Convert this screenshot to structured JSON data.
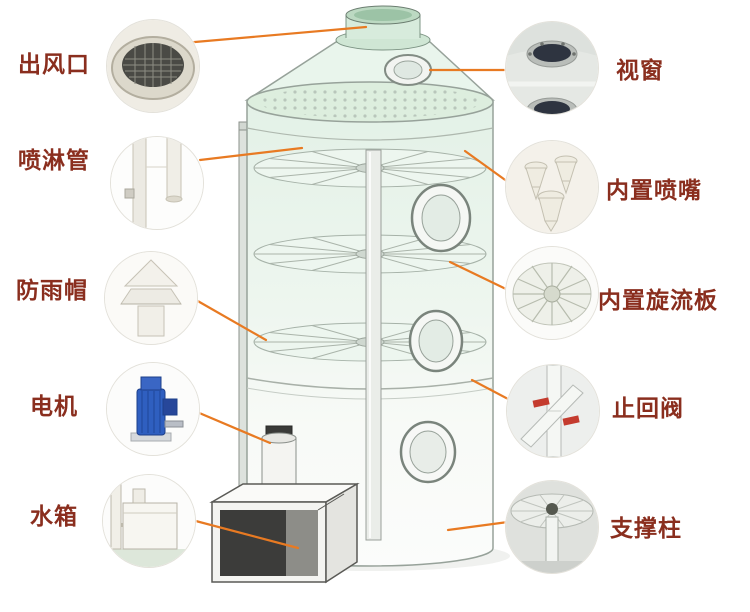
{
  "diagram": {
    "subject": "spray-scrubber-tower",
    "colors": {
      "label_text": "#8a2e1e",
      "connector_line": "#e87a22",
      "tower_tint": "#e6f3e9"
    },
    "left_items": [
      {
        "label": "出风口",
        "icon": "air-outlet-photo"
      },
      {
        "label": "喷淋管",
        "icon": "spray-pipe-photo"
      },
      {
        "label": "防雨帽",
        "icon": "rain-cap-photo"
      },
      {
        "label": "电机",
        "icon": "motor-photo"
      },
      {
        "label": "水箱",
        "icon": "water-tank-photo"
      }
    ],
    "right_items": [
      {
        "label": "视窗",
        "icon": "view-window-photo"
      },
      {
        "label": "内置喷嘴",
        "icon": "nozzle-photo"
      },
      {
        "label": "内置旋流板",
        "icon": "swirl-plate-photo"
      },
      {
        "label": "止回阀",
        "icon": "check-valve-photo"
      },
      {
        "label": "支撑柱",
        "icon": "support-column-photo"
      }
    ]
  }
}
